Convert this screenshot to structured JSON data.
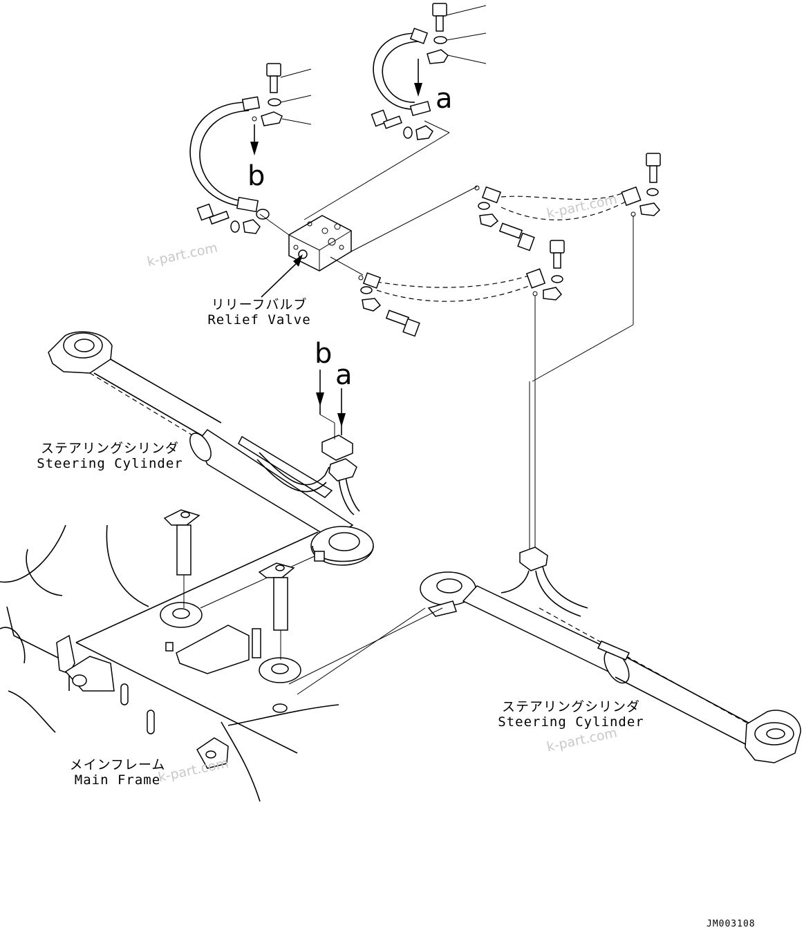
{
  "labels": {
    "relief_valve_jp": "リリーフバルブ",
    "relief_valve_en": "Relief Valve",
    "steering_cylinder_left_jp": "ステアリングシリンダ",
    "steering_cylinder_left_en": "Steering Cylinder",
    "steering_cylinder_right_jp": "ステアリングシリンダ",
    "steering_cylinder_right_en": "Steering Cylinder",
    "main_frame_jp": "メインフレーム",
    "main_frame_en": "Main Frame"
  },
  "references": {
    "a_top": "a",
    "b_top": "b",
    "b_mid": "b",
    "a_mid": "a"
  },
  "watermark": "k-part.com",
  "drawing_code": "JM003108"
}
